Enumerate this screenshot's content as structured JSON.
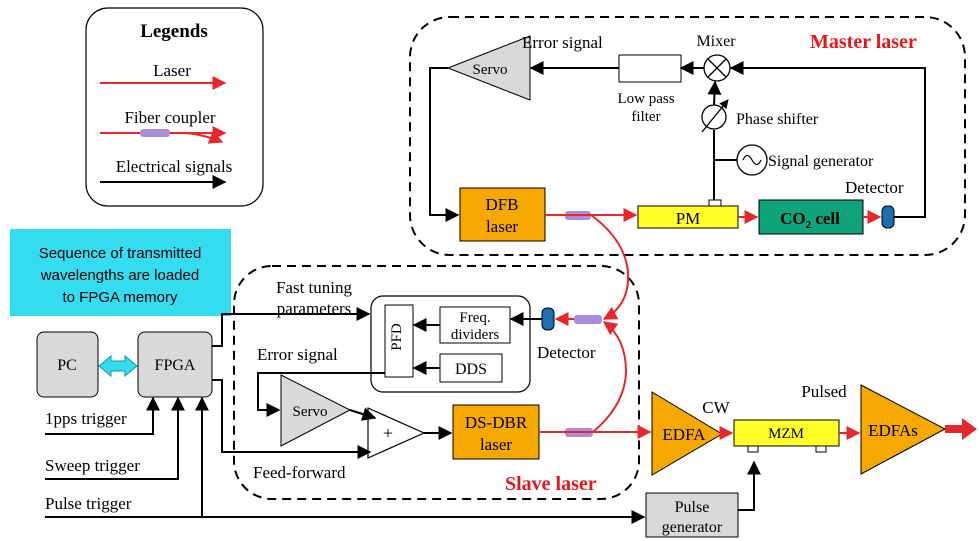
{
  "legend": {
    "title": "Legends",
    "laser": "Laser",
    "fiber_coupler": "Fiber coupler",
    "electrical": "Electrical signals"
  },
  "note": {
    "line1": "Sequence of transmitted",
    "line2": "wavelengths are loaded",
    "line3": "to FPGA memory"
  },
  "master": {
    "title": "Master laser",
    "error_signal": "Error signal",
    "servo": "Servo",
    "low_pass_line1": "Low pass",
    "low_pass_line2": "filter",
    "mixer": "Mixer",
    "phase_shifter": "Phase shifter",
    "signal_generator": "Signal generator",
    "detector": "Detector",
    "dfb_line1": "DFB",
    "dfb_line2": "laser",
    "pm": "PM",
    "co2": "CO",
    "co2_sub": "2",
    "co2_cell": " cell"
  },
  "slave": {
    "title": "Slave laser",
    "fast_tuning_line1": "Fast tuning",
    "fast_tuning_line2": "parameters",
    "pfd": "PFD",
    "freq_div_line1": "Freq.",
    "freq_div_line2": "dividers",
    "dds": "DDS",
    "detector": "Detector",
    "error_signal": "Error signal",
    "servo": "Servo",
    "sum": "+",
    "ds_dbr_line1": "DS-DBR",
    "ds_dbr_line2": "laser",
    "feed_forward": "Feed-forward"
  },
  "control": {
    "pc": "PC",
    "fpga": "FPGA",
    "pps_trigger": "1pps trigger",
    "sweep_trigger": "Sweep trigger",
    "pulse_trigger": "Pulse trigger",
    "pulse_gen_line1": "Pulse",
    "pulse_gen_line2": "generator"
  },
  "output": {
    "edfa": "EDFA",
    "cw": "CW",
    "mzm": "MZM",
    "pulsed": "Pulsed",
    "edfas": "EDFAs"
  },
  "colors": {
    "laser": "#e8262b",
    "coupler": "#a98fd9",
    "orange": "#f5a800",
    "yellow": "#ffff2a",
    "green": "#0fa37a",
    "cyan": "#33dcef",
    "gray": "#d9d9d9",
    "title_red": "#e8161c"
  }
}
